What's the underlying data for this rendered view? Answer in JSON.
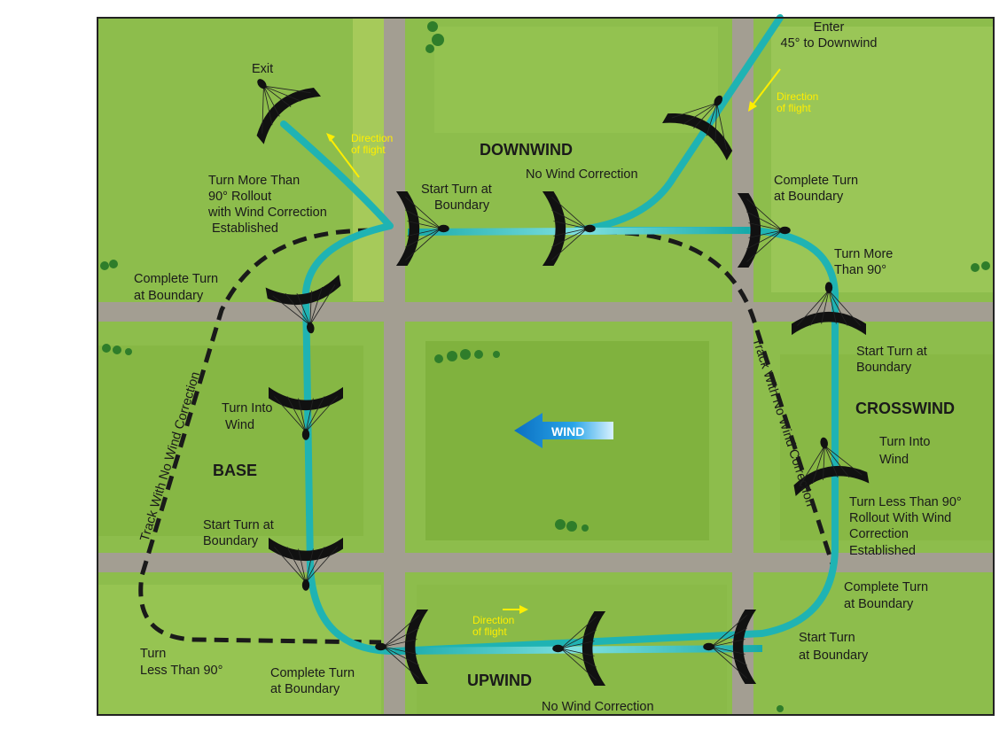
{
  "legs": {
    "downwind": "DOWNWIND",
    "crosswind": "CROSSWIND",
    "base": "BASE",
    "upwind": "UPWIND"
  },
  "wind": {
    "label": "WIND",
    "direction": "left",
    "color": "#1a8fd8"
  },
  "labels": {
    "exit": "Exit",
    "enter_1": "Enter",
    "enter_2": "45° to Downwind",
    "no_wind_correction_top": "No Wind Correction",
    "start_turn_boundary_top_1": "Start Turn at",
    "start_turn_boundary_top_2": "Boundary",
    "turn_more_than_90_left_1": "Turn More Than",
    "turn_more_than_90_left_2": "90° Rollout",
    "turn_more_than_90_left_3": "with Wind Correction",
    "turn_more_than_90_left_4": "Established",
    "complete_turn_top_right_1": "Complete Turn",
    "complete_turn_top_right_2": "at Boundary",
    "turn_more_than_90_right_1": "Turn More",
    "turn_more_than_90_right_2": "Than 90°",
    "start_turn_right_1": "Start Turn  at",
    "start_turn_right_2": "Boundary",
    "turn_into_wind_right_1": "Turn Into",
    "turn_into_wind_right_2": "Wind",
    "turn_less_than_90_right_1": "Turn Less Than 90°",
    "turn_less_than_90_right_2": "Rollout With Wind",
    "turn_less_than_90_right_3": "Correction",
    "turn_less_than_90_right_4": "Established",
    "complete_turn_bottom_right_1": "Complete Turn",
    "complete_turn_bottom_right_2": "at Boundary",
    "start_turn_bottom_right_1": "Start Turn",
    "start_turn_bottom_right_2": "at Boundary",
    "no_wind_correction_bottom": "No Wind Correction",
    "complete_turn_bottom_left_1": "Complete Turn",
    "complete_turn_bottom_left_2": "at Boundary",
    "turn_less_than_90_left_1": "Turn",
    "turn_less_than_90_left_2": "Less Than 90°",
    "start_turn_left_1": "Start Turn  at",
    "start_turn_left_2": "Boundary",
    "turn_into_wind_left_1": "Turn Into",
    "turn_into_wind_left_2": "Wind",
    "complete_turn_left_1": "Complete Turn",
    "complete_turn_left_2": "at Boundary",
    "track_left": "Track With No Wind Correction",
    "track_right": "Track With No Wind Correction",
    "dir_flight_1": "Direction",
    "dir_flight_2": "of flight"
  },
  "colors": {
    "field": "#8dbd4c",
    "field_light": "#a8c95c",
    "road": "#a39e92",
    "flight_path": "#1fb3b3",
    "track": "#1a1a1a",
    "direction_arrow": "#ffee00"
  }
}
